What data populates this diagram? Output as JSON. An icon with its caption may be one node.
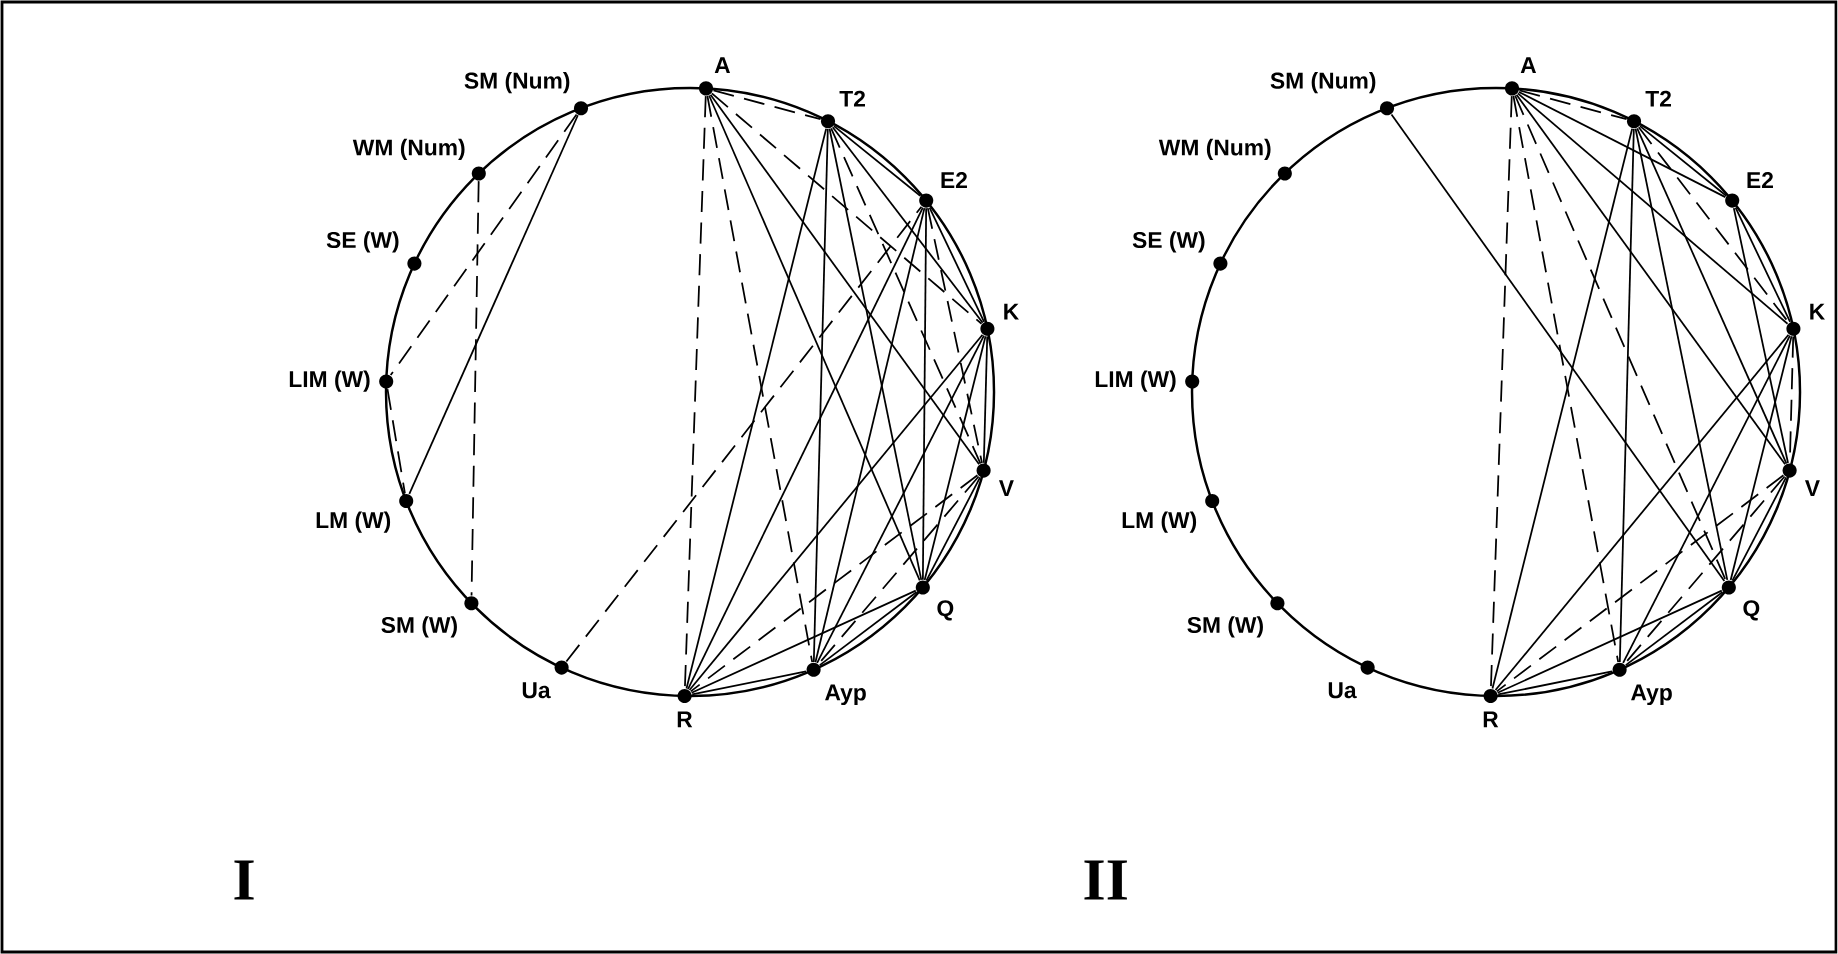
{
  "diagram": {
    "nodes": [
      {
        "text": [
          "SM (Num)"
        ]
      },
      {
        "text": [
          "A"
        ]
      },
      {
        "text": [
          "T2"
        ]
      },
      {
        "text": [
          "E2"
        ]
      },
      {
        "text": [
          "K"
        ]
      },
      {
        "text": [
          "V"
        ]
      },
      {
        "text": [
          "Q"
        ]
      },
      {
        "text": [
          "Ayp"
        ]
      },
      {
        "text": [
          "R"
        ]
      },
      {
        "text": [
          "Ua"
        ]
      },
      {
        "text": [
          "SM (W)"
        ]
      },
      {
        "text": [
          "LM (W)"
        ]
      },
      {
        "text": [
          "LIM (W)"
        ]
      },
      {
        "text": [
          "SE (W)"
        ]
      },
      {
        "text": [
          "WM (Num)"
        ]
      },
      {
        "text": [
          "SM (Num)"
        ]
      },
      {
        "text": [
          "A"
        ]
      },
      {
        "text": [
          "T2"
        ]
      },
      {
        "text": [
          "E2"
        ]
      },
      {
        "text": [
          "K"
        ]
      },
      {
        "text": [
          "V"
        ]
      },
      {
        "text": [
          "Q"
        ]
      },
      {
        "text": [
          "Ayp"
        ]
      },
      {
        "text": [
          "R"
        ]
      },
      {
        "text": [
          "Ua"
        ]
      },
      {
        "text": [
          "SM (W)"
        ]
      },
      {
        "text": [
          "LM (W)"
        ]
      },
      {
        "text": [
          "LIM (W)"
        ]
      },
      {
        "text": [
          "SE (W)"
        ]
      },
      {
        "text": [
          "WM (Num)"
        ]
      }
    ],
    "edges": [
      {
        "from": 0,
        "to": 11,
        "arrow": "none"
      },
      {
        "from": 0,
        "to": 12,
        "arrow": "none",
        "style": "dashed"
      },
      {
        "from": 14,
        "to": 10,
        "arrow": "none",
        "style": "dashed"
      },
      {
        "from": 12,
        "to": 11,
        "arrow": "none",
        "style": "dashed"
      },
      {
        "from": 9,
        "to": 3,
        "arrow": "none",
        "style": "dashed"
      },
      {
        "from": 1,
        "to": 8,
        "arrow": "none",
        "style": "dashed"
      },
      {
        "from": 1,
        "to": 7,
        "arrow": "none",
        "style": "dashed"
      },
      {
        "from": 1,
        "to": 2,
        "arrow": "none",
        "style": "dashed"
      },
      {
        "from": 1,
        "to": 4,
        "arrow": "none",
        "style": "dashed"
      },
      {
        "from": 1,
        "to": 5,
        "arrow": "none"
      },
      {
        "from": 1,
        "to": 6,
        "arrow": "none"
      },
      {
        "from": 2,
        "to": 3,
        "arrow": "none"
      },
      {
        "from": 2,
        "to": 4,
        "arrow": "none"
      },
      {
        "from": 2,
        "to": 5,
        "arrow": "none",
        "style": "dashed"
      },
      {
        "from": 2,
        "to": 6,
        "arrow": "none"
      },
      {
        "from": 2,
        "to": 7,
        "arrow": "none"
      },
      {
        "from": 2,
        "to": 8,
        "arrow": "none"
      },
      {
        "from": 3,
        "to": 4,
        "arrow": "none"
      },
      {
        "from": 3,
        "to": 5,
        "arrow": "none",
        "style": "dashed"
      },
      {
        "from": 3,
        "to": 6,
        "arrow": "none"
      },
      {
        "from": 3,
        "to": 7,
        "arrow": "none"
      },
      {
        "from": 3,
        "to": 8,
        "arrow": "none"
      },
      {
        "from": 4,
        "to": 5,
        "arrow": "none"
      },
      {
        "from": 4,
        "to": 6,
        "arrow": "none"
      },
      {
        "from": 4,
        "to": 7,
        "arrow": "none"
      },
      {
        "from": 4,
        "to": 8,
        "arrow": "none"
      },
      {
        "from": 5,
        "to": 6,
        "arrow": "none"
      },
      {
        "from": 5,
        "to": 7,
        "arrow": "none",
        "style": "dashed"
      },
      {
        "from": 5,
        "to": 8,
        "arrow": "none",
        "style": "dashed"
      },
      {
        "from": 6,
        "to": 7,
        "arrow": "none"
      },
      {
        "from": 6,
        "to": 8,
        "arrow": "none"
      },
      {
        "from": 7,
        "to": 8,
        "arrow": "none"
      },
      {
        "from": 15,
        "to": 21,
        "arrow": "none"
      },
      {
        "from": 16,
        "to": 23,
        "arrow": "none",
        "style": "dashed"
      },
      {
        "from": 16,
        "to": 22,
        "arrow": "none",
        "style": "dashed"
      },
      {
        "from": 16,
        "to": 17,
        "arrow": "none",
        "style": "dashed"
      },
      {
        "from": 16,
        "to": 18,
        "arrow": "none"
      },
      {
        "from": 16,
        "to": 19,
        "arrow": "none"
      },
      {
        "from": 16,
        "to": 20,
        "arrow": "none"
      },
      {
        "from": 16,
        "to": 21,
        "arrow": "none",
        "style": "dashed"
      },
      {
        "from": 17,
        "to": 18,
        "arrow": "none"
      },
      {
        "from": 17,
        "to": 19,
        "arrow": "none",
        "style": "dashed"
      },
      {
        "from": 17,
        "to": 20,
        "arrow": "none"
      },
      {
        "from": 17,
        "to": 21,
        "arrow": "none"
      },
      {
        "from": 17,
        "to": 22,
        "arrow": "none"
      },
      {
        "from": 17,
        "to": 23,
        "arrow": "none"
      },
      {
        "from": 18,
        "to": 19,
        "arrow": "none"
      },
      {
        "from": 18,
        "to": 20,
        "arrow": "none"
      },
      {
        "from": 19,
        "to": 20,
        "arrow": "none",
        "style": "dashed"
      },
      {
        "from": 19,
        "to": 21,
        "arrow": "none"
      },
      {
        "from": 19,
        "to": 22,
        "arrow": "none"
      },
      {
        "from": 19,
        "to": 23,
        "arrow": "none"
      },
      {
        "from": 20,
        "to": 21,
        "arrow": "none"
      },
      {
        "from": 20,
        "to": 22,
        "arrow": "none",
        "style": "dashed"
      },
      {
        "from": 20,
        "to": 23,
        "arrow": "none",
        "style": "dashed"
      },
      {
        "from": 21,
        "to": 22,
        "arrow": "none"
      },
      {
        "from": 21,
        "to": 23,
        "arrow": "none"
      },
      {
        "from": 22,
        "to": 23,
        "arrow": "none"
      }
    ],
    "labels": [
      "I",
      "II"
    ]
  }
}
